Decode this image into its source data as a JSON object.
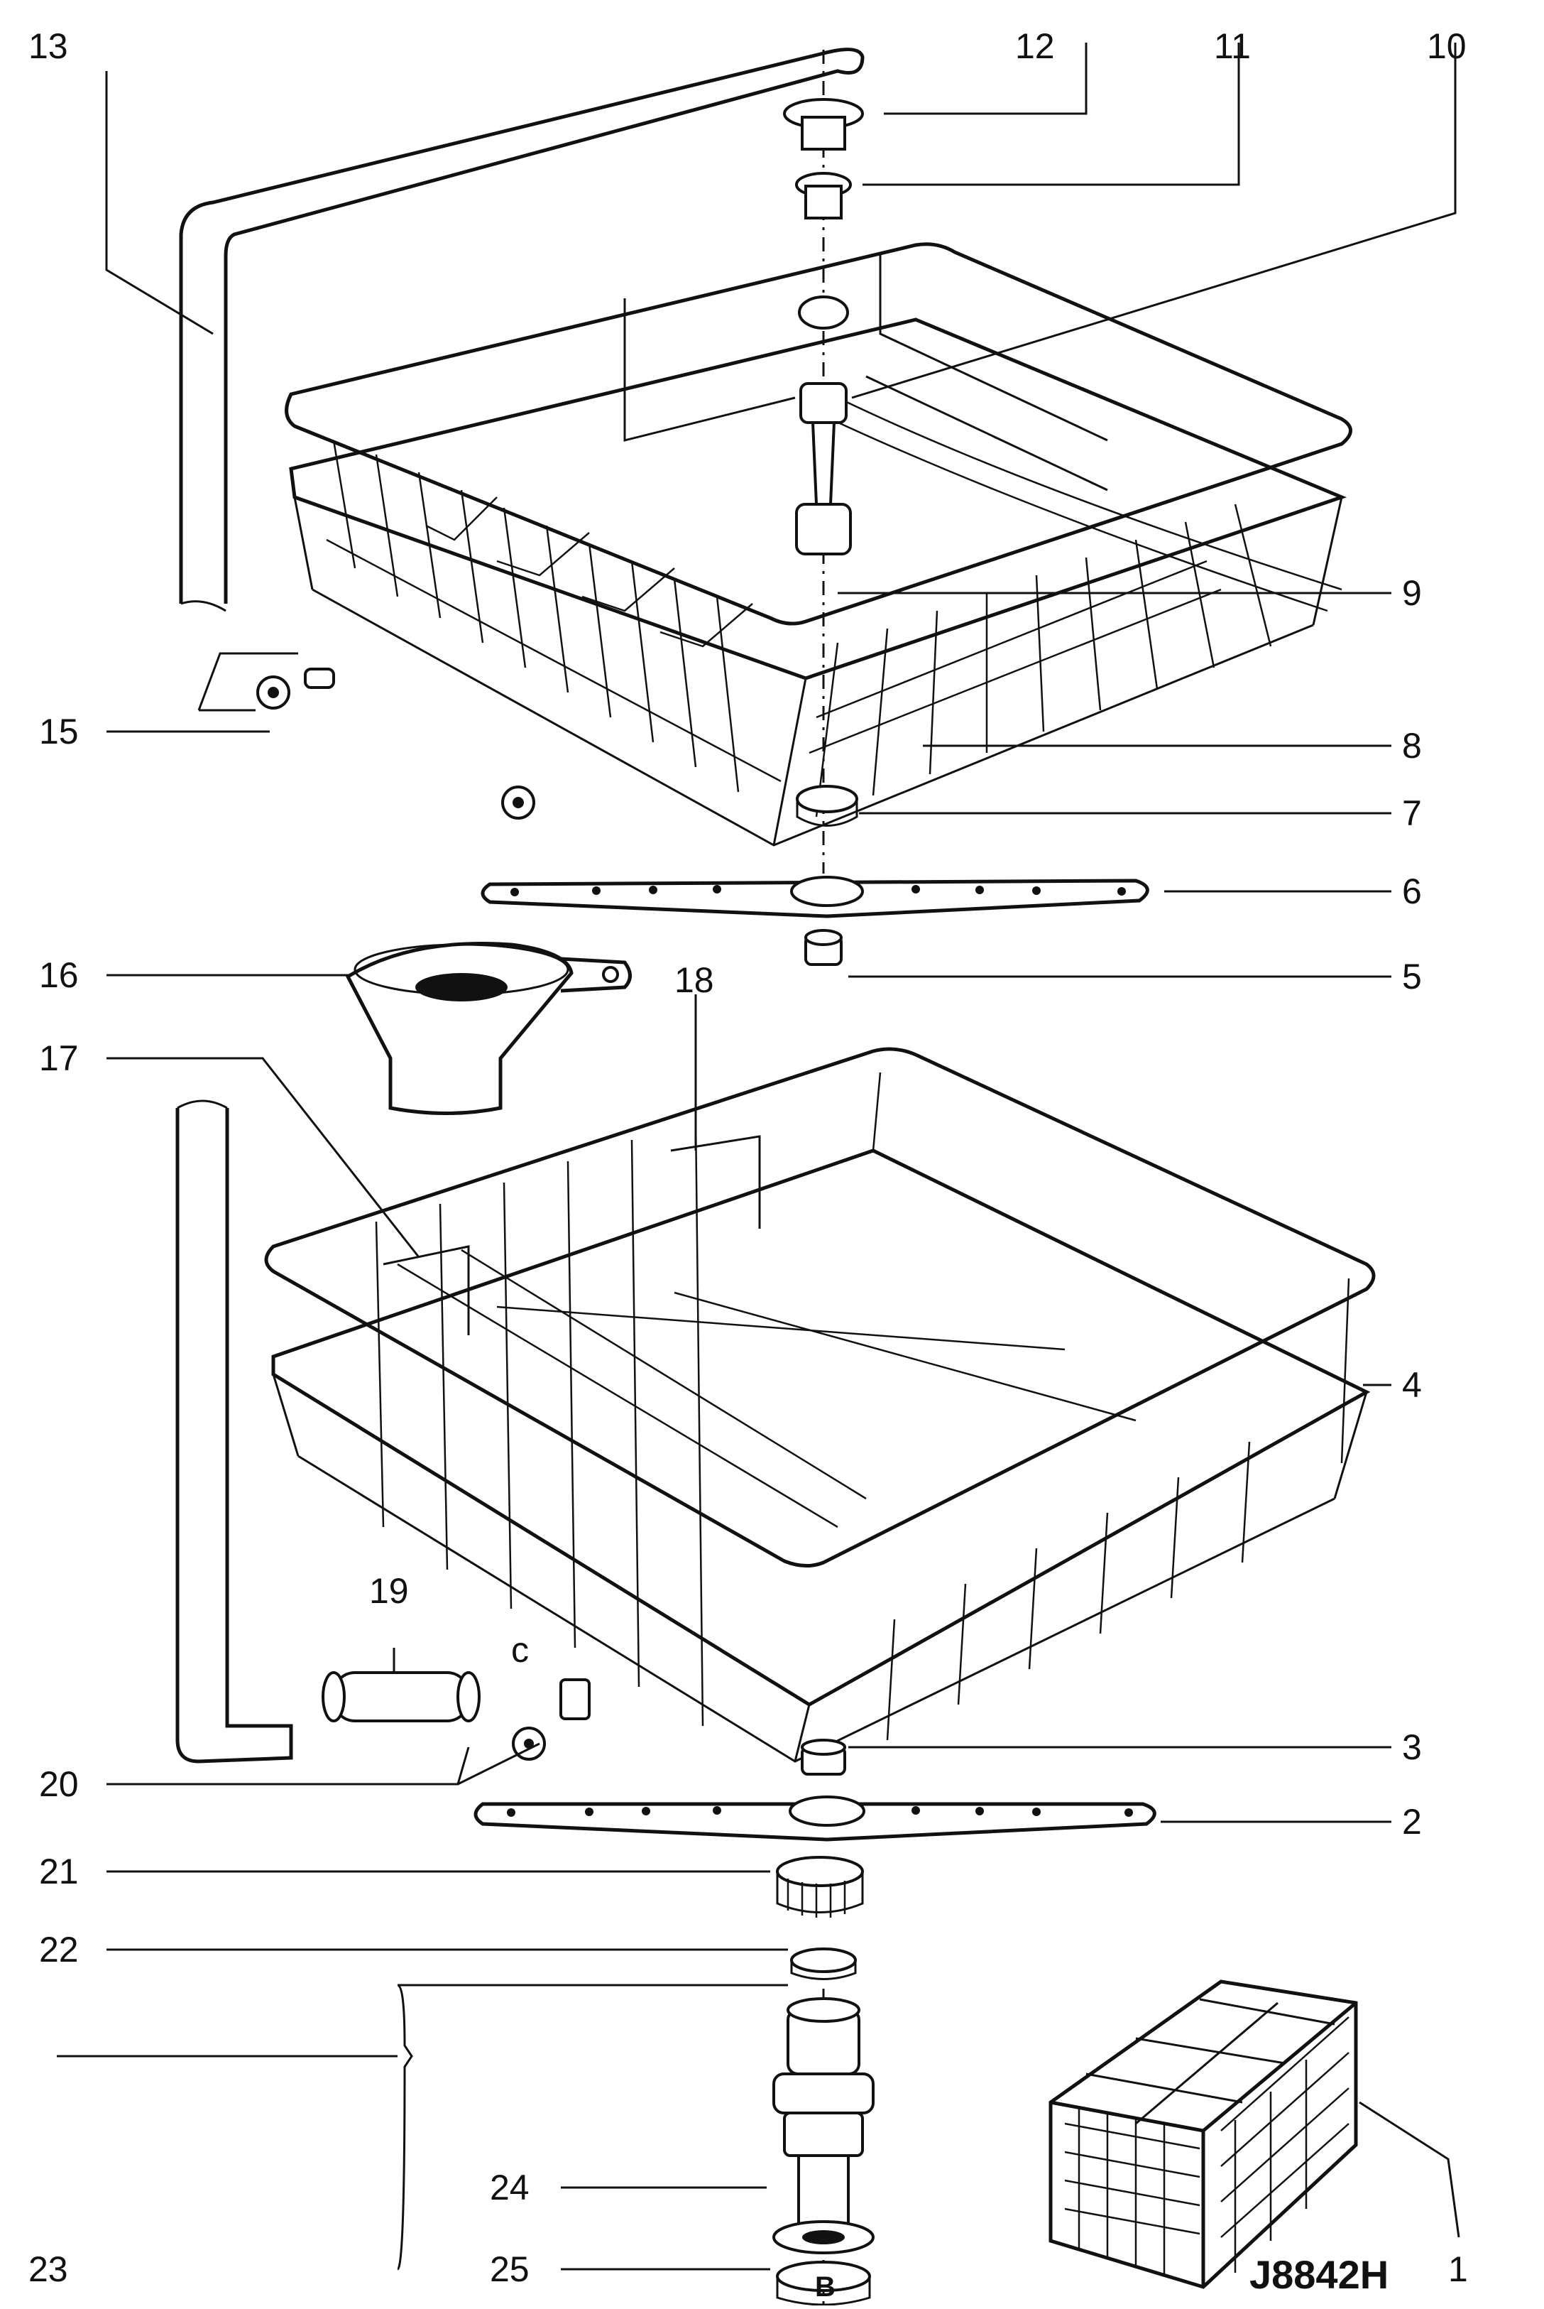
{
  "diagram": {
    "labels": {
      "l1": "1",
      "l2": "2",
      "l3": "3",
      "l4": "4",
      "l5": "5",
      "l6": "6",
      "l7": "7",
      "l8": "8",
      "l9": "9",
      "l10": "10",
      "l11": "11",
      "l12": "12",
      "l13": "13",
      "l15": "15",
      "l16": "16",
      "l17": "17",
      "l18": "18",
      "l19": "19",
      "l20": "20",
      "l21": "21",
      "l22": "22",
      "l23": "23",
      "l24": "24",
      "l25": "25",
      "c": "c",
      "b": "B"
    },
    "reference_code": "J8842H"
  }
}
